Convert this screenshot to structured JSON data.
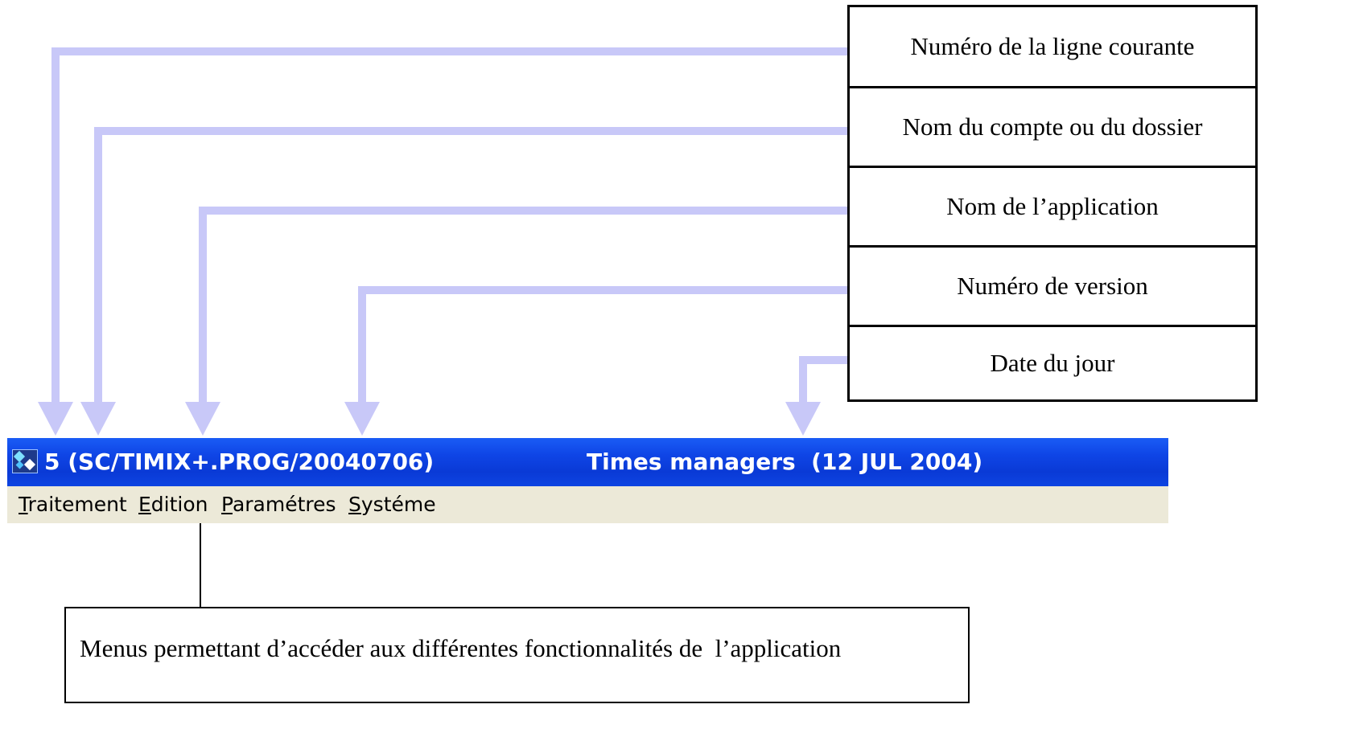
{
  "legend": [
    {
      "label": "Numéro de la ligne courante"
    },
    {
      "label": "Nom du compte ou du dossier"
    },
    {
      "label": "Nom de l’application"
    },
    {
      "label": "Numéro de version"
    },
    {
      "label": "Date du jour"
    }
  ],
  "window": {
    "icon": "app-icon",
    "title_left": "5 (SC/TIMIX+.PROG/20040706)",
    "title_right": "Times managers  (12 JUL 2004)"
  },
  "menu": {
    "items": [
      {
        "mnemonic": "T",
        "rest": "raitement"
      },
      {
        "mnemonic": "E",
        "rest": "dition"
      },
      {
        "mnemonic": "P",
        "rest": "aramétres"
      },
      {
        "mnemonic": "S",
        "rest": "ystéme"
      }
    ]
  },
  "callout": {
    "text": "Menus permettant d’accéder aux différentes fonctionnalités de  l’application"
  },
  "colors": {
    "connector": "#c8c8f8",
    "titlebar": "#0a3ad6",
    "menubar": "#ece9d8"
  }
}
